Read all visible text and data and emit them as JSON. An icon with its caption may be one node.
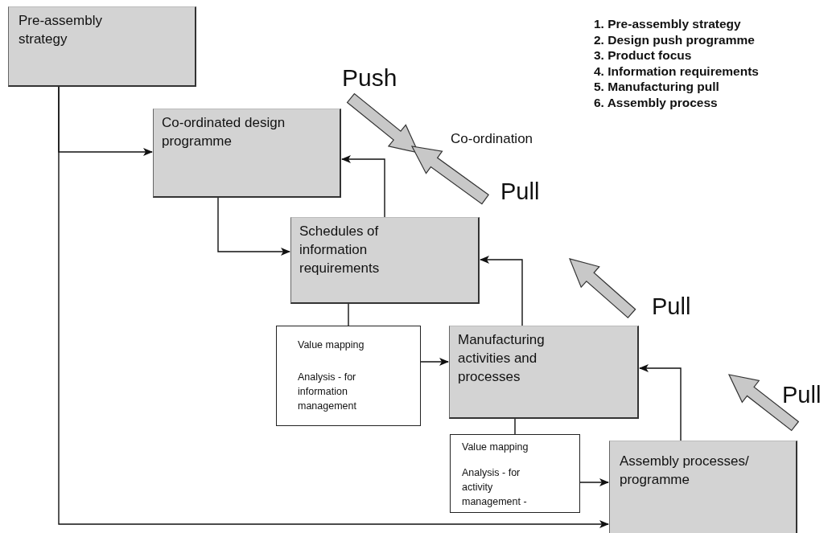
{
  "diagram": {
    "nodes": [
      {
        "text": [
          "Pre-assembly strategy"
        ]
      },
      {
        "text": [
          "Co-ordinated design programme"
        ]
      },
      {
        "text": [
          "Schedules of information requirements"
        ]
      },
      {
        "text": [
          "Value mapping",
          "Analysis - for information management"
        ]
      },
      {
        "text": [
          "Manufacturing activities and processes"
        ]
      },
      {
        "text": [
          "Value mapping",
          "Analysis - for activity management -"
        ]
      },
      {
        "text": [
          "Assembly processes/ programme"
        ]
      }
    ],
    "edges": [
      {
        "from": 0,
        "to": 1,
        "arrow": "to"
      },
      {
        "from": 0,
        "to": 6,
        "arrow": "to"
      },
      {
        "from": 1,
        "to": 2,
        "arrow": "to"
      },
      {
        "from": 2,
        "to": 1,
        "arrow": "to"
      },
      {
        "from": 2,
        "to": 3,
        "arrow": "none"
      },
      {
        "from": 3,
        "to": 4,
        "arrow": "to"
      },
      {
        "from": 4,
        "to": 2,
        "arrow": "to"
      },
      {
        "from": 4,
        "to": 5,
        "arrow": "none"
      },
      {
        "from": 5,
        "to": 6,
        "arrow": "to"
      },
      {
        "from": 6,
        "to": 4,
        "arrow": "to"
      }
    ],
    "labels": [
      "Push",
      "Co-ordination",
      "Pull",
      "Pull",
      "Pull",
      "1. Pre-assembly strategy",
      "2. Design push programme",
      "3. Product focus",
      "4. Information requirements",
      "5. Manufacturing pull",
      "6. Assembly process"
    ]
  }
}
